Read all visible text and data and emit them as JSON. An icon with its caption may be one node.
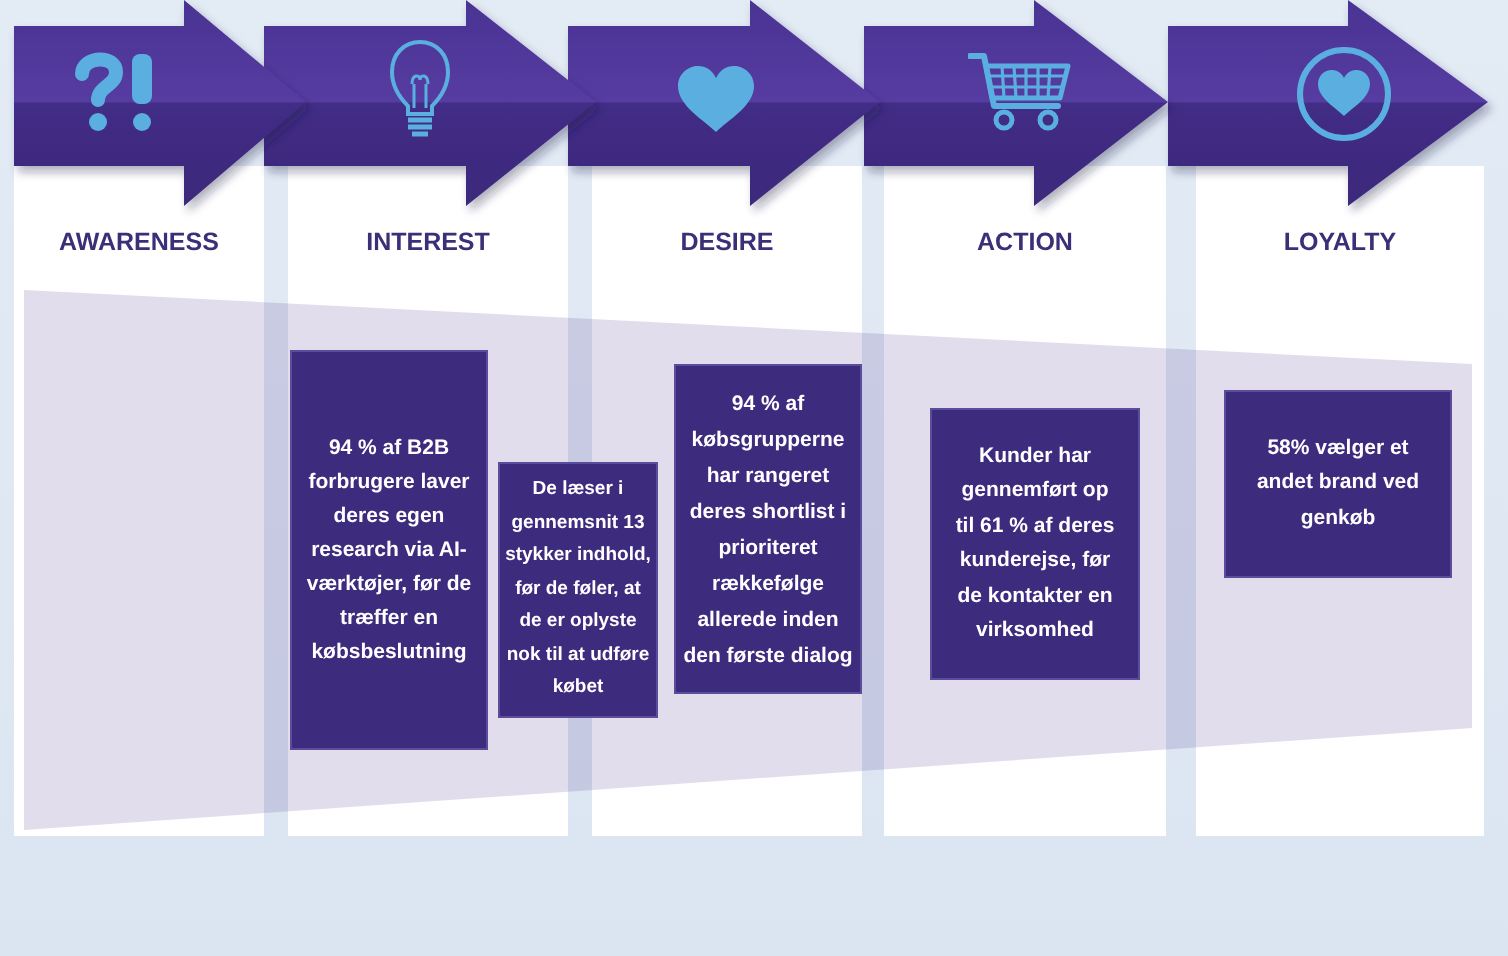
{
  "diagram": {
    "nodes": [
      {
        "text": [
          "AWARENESS"
        ]
      },
      {
        "text": [
          "INTEREST"
        ]
      },
      {
        "text": [
          "94 % af B2B forbrugere laver deres egen research via AI-værktøjer, før de træffer en købsbeslutning"
        ],
        "in": 1
      },
      {
        "text": [
          "De læser i gennemsnit 13 stykker indhold, før de føler, at de er oplyste nok til at udføre købet"
        ]
      },
      {
        "text": [
          "DESIRE"
        ]
      },
      {
        "text": [
          "94 % af købsgrupperne har rangeret deres shortlist i prioriteret rækkefølge allerede inden den første dialog"
        ],
        "in": 4
      },
      {
        "text": [
          "ACTION"
        ]
      },
      {
        "text": [
          "Kunder har gennemført op til 61 % af deres kunderejse, før de kontakter en virksomhed"
        ],
        "in": 6
      },
      {
        "text": [
          "LOYALTY"
        ]
      },
      {
        "text": [
          "58% vælger et andet brand ved genkøb"
        ],
        "in": 8
      }
    ]
  }
}
